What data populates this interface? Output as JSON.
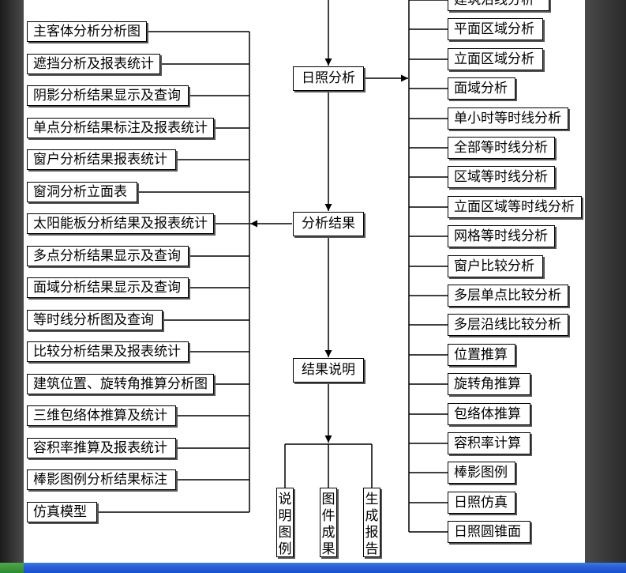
{
  "diagram": {
    "center": {
      "sunshine_analysis": "日照分析",
      "analysis_results": "分析结果",
      "results_explanation": "结果说明"
    },
    "outputs": [
      "说明图例",
      "图件成果",
      "生成报告"
    ],
    "left_items": [
      "主客体分析分析图",
      "遮挡分析及报表统计",
      "阴影分析结果显示及查询",
      "单点分析结果标注及报表统计",
      "窗户分析结果报表统计",
      "窗洞分析立面表",
      "太阳能板分析结果及报表统计",
      "多点分析结果显示及查询",
      "面域分析结果显示及查询",
      "等时线分析图及查询",
      "比较分析结果及报表统计",
      "建筑位置、旋转角推算分析图",
      "三维包络体推算及统计",
      "容积率推算及报表统计",
      "棒影图例分析结果标注",
      "仿真模型"
    ],
    "right_items": [
      "建筑沿线分析",
      "平面区域分析",
      "立面区域分析",
      "面域分析",
      "单小时等时线分析",
      "全部等时线分析",
      "区域等时线分析",
      "立面区域等时线分析",
      "网格等时线分析",
      "窗户比较分析",
      "多层单点比较分析",
      "多层沿线比较分析",
      "位置推算",
      "旋转角推算",
      "包络体推算",
      "容积率计算",
      "棒影图例",
      "日照仿真",
      "日照圆锥面"
    ]
  },
  "colors": {
    "line": "#000000",
    "box_fill": "#ffffff",
    "page": "#ffffff",
    "taskbar": "#245edb"
  }
}
